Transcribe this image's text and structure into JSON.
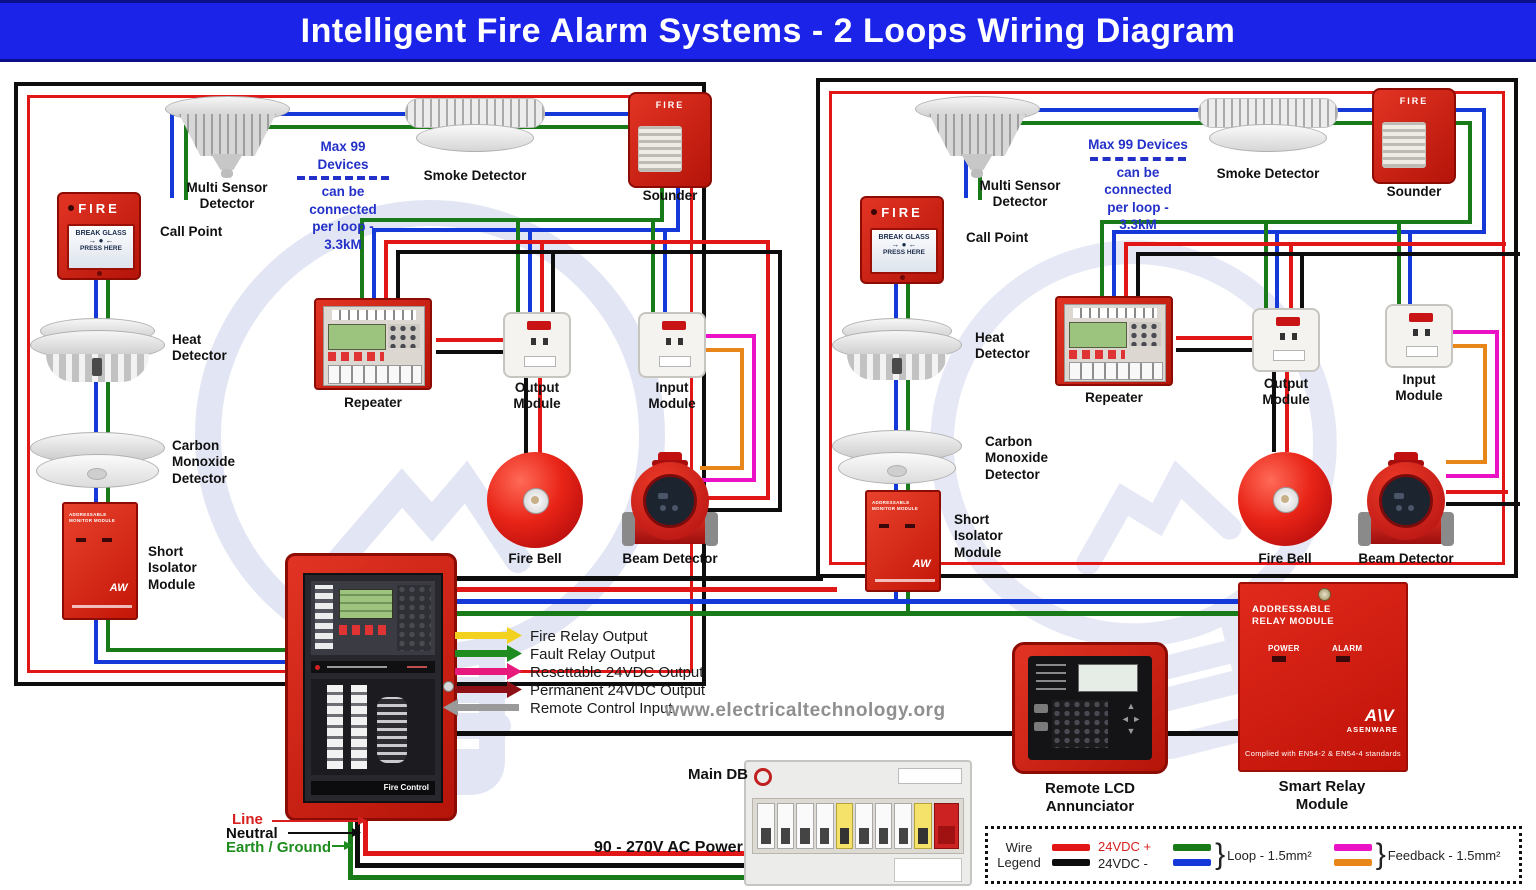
{
  "title": "Intelligent Fire Alarm Systems - 2 Loops Wiring Diagram",
  "note": {
    "l1": "Max 99 Devices",
    "l2": "can be connected",
    "l3": "per loop - 3.3kM"
  },
  "labels": {
    "multi_sensor": "Multi Sensor\nDetector",
    "smoke": "Smoke Detector",
    "sounder": "Sounder",
    "call_point": "Call Point",
    "heat": "Heat\nDetector",
    "co": "Carbon\nMonoxide\nDetector",
    "isolator": "Short\nIsolator\nModule",
    "repeater": "Repeater",
    "output_module": "Output\nModule",
    "input_module": "Input\nModule",
    "fire_bell": "Fire Bell",
    "beam": "Beam Detector"
  },
  "faces": {
    "call_fire": "FIRE",
    "break_glass": "BREAK GLASS",
    "press_arrows": "→ ● ←",
    "press_here": "PRESS HERE",
    "sounder_fire": "FIRE",
    "isolator_title": "ADDRESSABLE\nMONITOR MODULE",
    "isolator_brand": "AW"
  },
  "panel": {
    "name": "Fire Control"
  },
  "arrows": [
    {
      "label": "Fire Relay Output"
    },
    {
      "label": "Fault Relay Output"
    },
    {
      "label": "Resettable 24VDC Output"
    },
    {
      "label": "Permanent 24VDC Output"
    },
    {
      "label": "Remote Control Input"
    }
  ],
  "center": {
    "website": "www.electricaltechnology.org"
  },
  "power": {
    "line": "Line",
    "neutral": "Neutral",
    "earth": "Earth / Ground",
    "ac": "90 - 270V AC Power",
    "main_db": "Main DB"
  },
  "bottom": {
    "annunciator": "Remote LCD\nAnnunciator",
    "smart_relay": "Smart Relay\nModule"
  },
  "relay": {
    "title": "ADDRESSABLE\nRELAY MODULE",
    "power": "POWER",
    "alarm": "ALARM",
    "brand": "ASENWARE",
    "compliance": "Complied with EN54-2 & EN54-4 standards"
  },
  "legend": {
    "title": "Wire\nLegend",
    "vdc_plus": "24VDC +",
    "vdc_minus": "24VDC -",
    "loop": "Loop - 1.5mm²",
    "feedback": "Feedback - 1.5mm²"
  },
  "colors": {
    "wire_red": "#e11616",
    "wire_black": "#0d0d0d",
    "wire_blue": "#1538d8",
    "wire_green": "#187a18",
    "wire_magenta": "#ea12c4",
    "wire_orange": "#e8861a",
    "arrow_yellow": "#f2d21f",
    "arrow_green": "#1f8c1f",
    "arrow_pink": "#e8197d",
    "arrow_darkred": "#8c1016",
    "arrow_gray": "#9a9a9a",
    "title_bg": "#1b23e8",
    "note_blue": "#2431c8"
  }
}
